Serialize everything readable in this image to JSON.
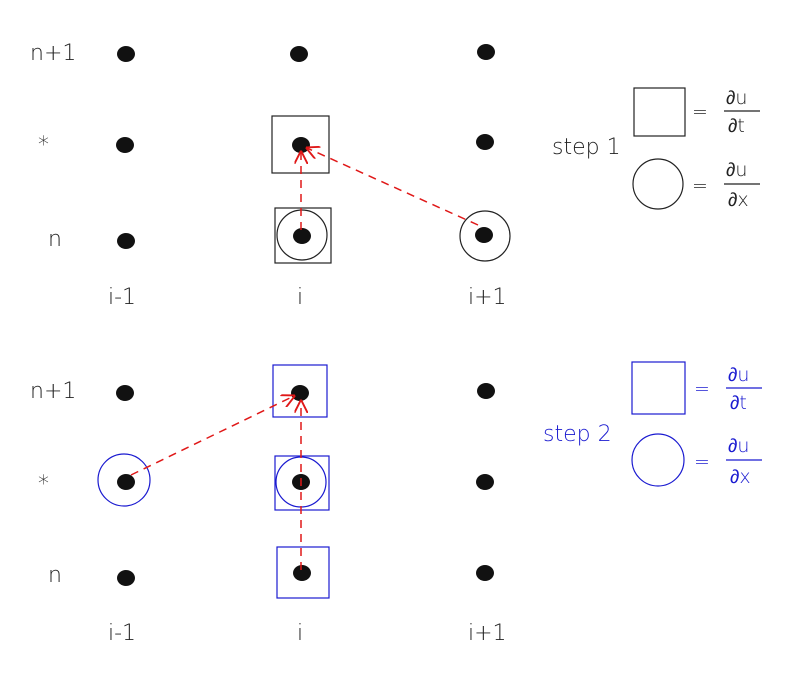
{
  "colors": {
    "black": "#111111",
    "blue": "#1a1ad0",
    "red": "#e01818"
  },
  "step1": {
    "rows": [
      "n+1",
      "*",
      "n"
    ],
    "cols": [
      "i-1",
      "i",
      "i+1"
    ],
    "label": "step 1",
    "legend": {
      "square": "= ∂u / ∂t",
      "circle": "= ∂u / ∂x"
    },
    "legend_parts": {
      "numerator": "∂u",
      "denominator_t": "∂t",
      "denominator_x": "∂x",
      "equals": "="
    }
  },
  "step2": {
    "rows": [
      "n+1",
      "*",
      "n"
    ],
    "cols": [
      "i-1",
      "i",
      "i+1"
    ],
    "label": "step 2",
    "legend": {
      "square": "= ∂u / ∂t",
      "circle": "= ∂u / ∂x"
    },
    "legend_parts": {
      "numerator": "∂u",
      "denominator_t": "∂t",
      "denominator_x": "∂x",
      "equals": "="
    }
  }
}
